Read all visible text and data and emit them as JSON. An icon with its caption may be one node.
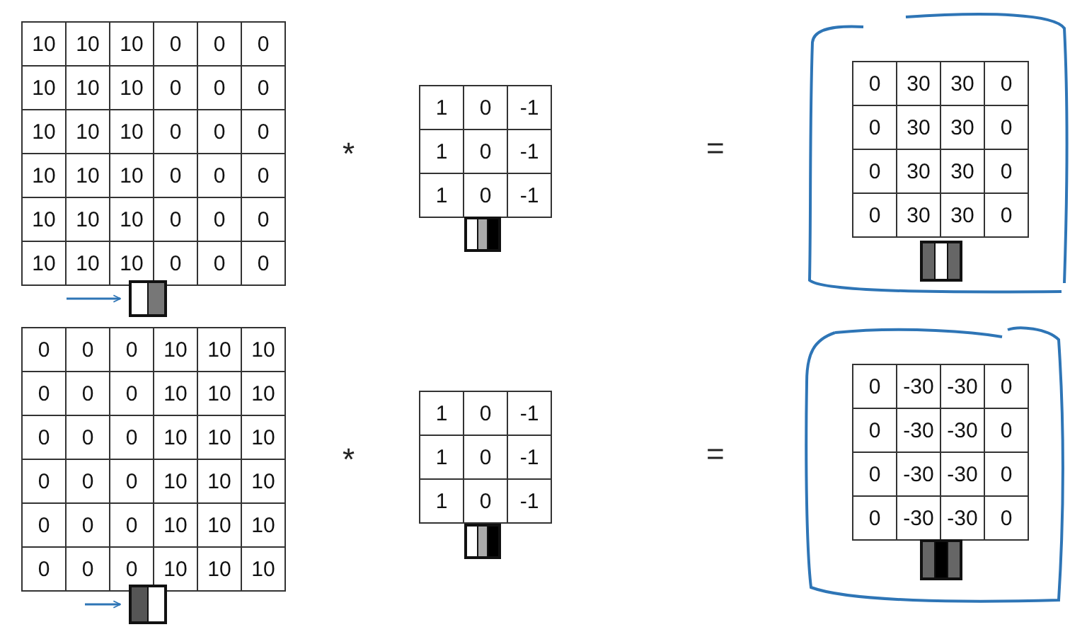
{
  "diagram": {
    "nodes": [
      {
        "text": [],
        "shape": "box"
      },
      {
        "text": [],
        "shape": "box"
      },
      {
        "text": [],
        "shape": "box"
      },
      {
        "text": [],
        "shape": "box"
      },
      {
        "text": [],
        "shape": "box"
      },
      {
        "text": [],
        "shape": "box"
      }
    ],
    "edges": [
      {
        "from": null,
        "to": 0,
        "arrow": "to",
        "color": "#2e75b6"
      },
      {
        "from": null,
        "to": 3,
        "arrow": "to",
        "color": "#2e75b6"
      }
    ],
    "labels": [
      "10",
      "10",
      "10",
      "0",
      "0",
      "0",
      "10",
      "10",
      "10",
      "0",
      "0",
      "0",
      "10",
      "10",
      "10",
      "0",
      "0",
      "0",
      "10",
      "10",
      "10",
      "0",
      "0",
      "0",
      "10",
      "10",
      "10",
      "0",
      "0",
      "0",
      "10",
      "10",
      "10",
      "0",
      "0",
      "0",
      "*",
      "1",
      "0",
      "-1",
      "1",
      "0",
      "-1",
      "1",
      "0",
      "-1",
      "=",
      "0",
      "30",
      "30",
      "0",
      "0",
      "30",
      "30",
      "0",
      "0",
      "30",
      "30",
      "0",
      "0",
      "30",
      "30",
      "0",
      "0",
      "0",
      "0",
      "10",
      "10",
      "10",
      "0",
      "0",
      "0",
      "10",
      "10",
      "10",
      "0",
      "0",
      "0",
      "10",
      "10",
      "10",
      "0",
      "0",
      "0",
      "10",
      "10",
      "10",
      "0",
      "0",
      "0",
      "10",
      "10",
      "10",
      "0",
      "0",
      "0",
      "10",
      "10",
      "10",
      "*",
      "1",
      "0",
      "-1",
      "1",
      "0",
      "-1",
      "1",
      "0",
      "-1",
      "=",
      "0",
      "-30",
      "-30",
      "0",
      "0",
      "-30",
      "-30",
      "0",
      "0",
      "-30",
      "-30",
      "0",
      "0",
      "-30",
      "-30",
      "0"
    ]
  }
}
